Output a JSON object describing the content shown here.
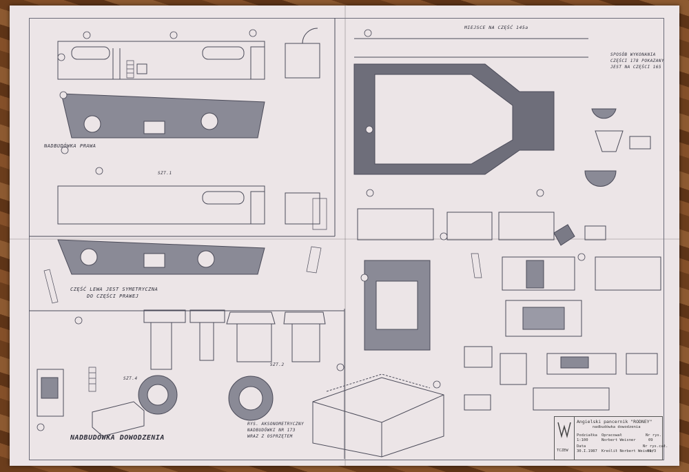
{
  "labels": {
    "right_superstructure": "NADBUDÓWKA PRAWA",
    "symmetric_1": "CZĘŚĆ LEWA JEST SYMETRYCZNA",
    "symmetric_2": "DO CZĘŚCI PRAWEJ",
    "command_superstructure": "NADBUDÓWKA DOWODZENIA",
    "place_on_part": "MIEJSCE NA CZĘŚĆ 145a",
    "method_1": "SPOSÓB WYKONANIA",
    "method_2": "CZĘŚCI 178 POKAZANY",
    "method_3": "JEST NA CZĘŚCI 165",
    "axo_1": "RYS. AKSONOMETRYCZNY",
    "axo_2": "NADBUDÓWKI NR 173",
    "axo_3": "WRAZ Z OSPRZĘTEM",
    "szt1": "SZT.1",
    "szt2": "SZT.2",
    "szt4": "SZT.4"
  },
  "title_block": {
    "ship": "Angielski pancernik \"RODNEY\"",
    "subject": "nadbudówka dowodzenia",
    "logo": "TCZEW",
    "scale_label": "Podziałka",
    "scale": "1:100",
    "author_label": "Opracował",
    "author": "Norbert Weisner",
    "date_label": "Data",
    "date": "30.I.1987",
    "drew": "Kreślił Norbert Weisner",
    "sheet_label": "Nr rys.",
    "sheet": "09",
    "total_label": "Nr rys.cał.",
    "total": "09/3"
  }
}
